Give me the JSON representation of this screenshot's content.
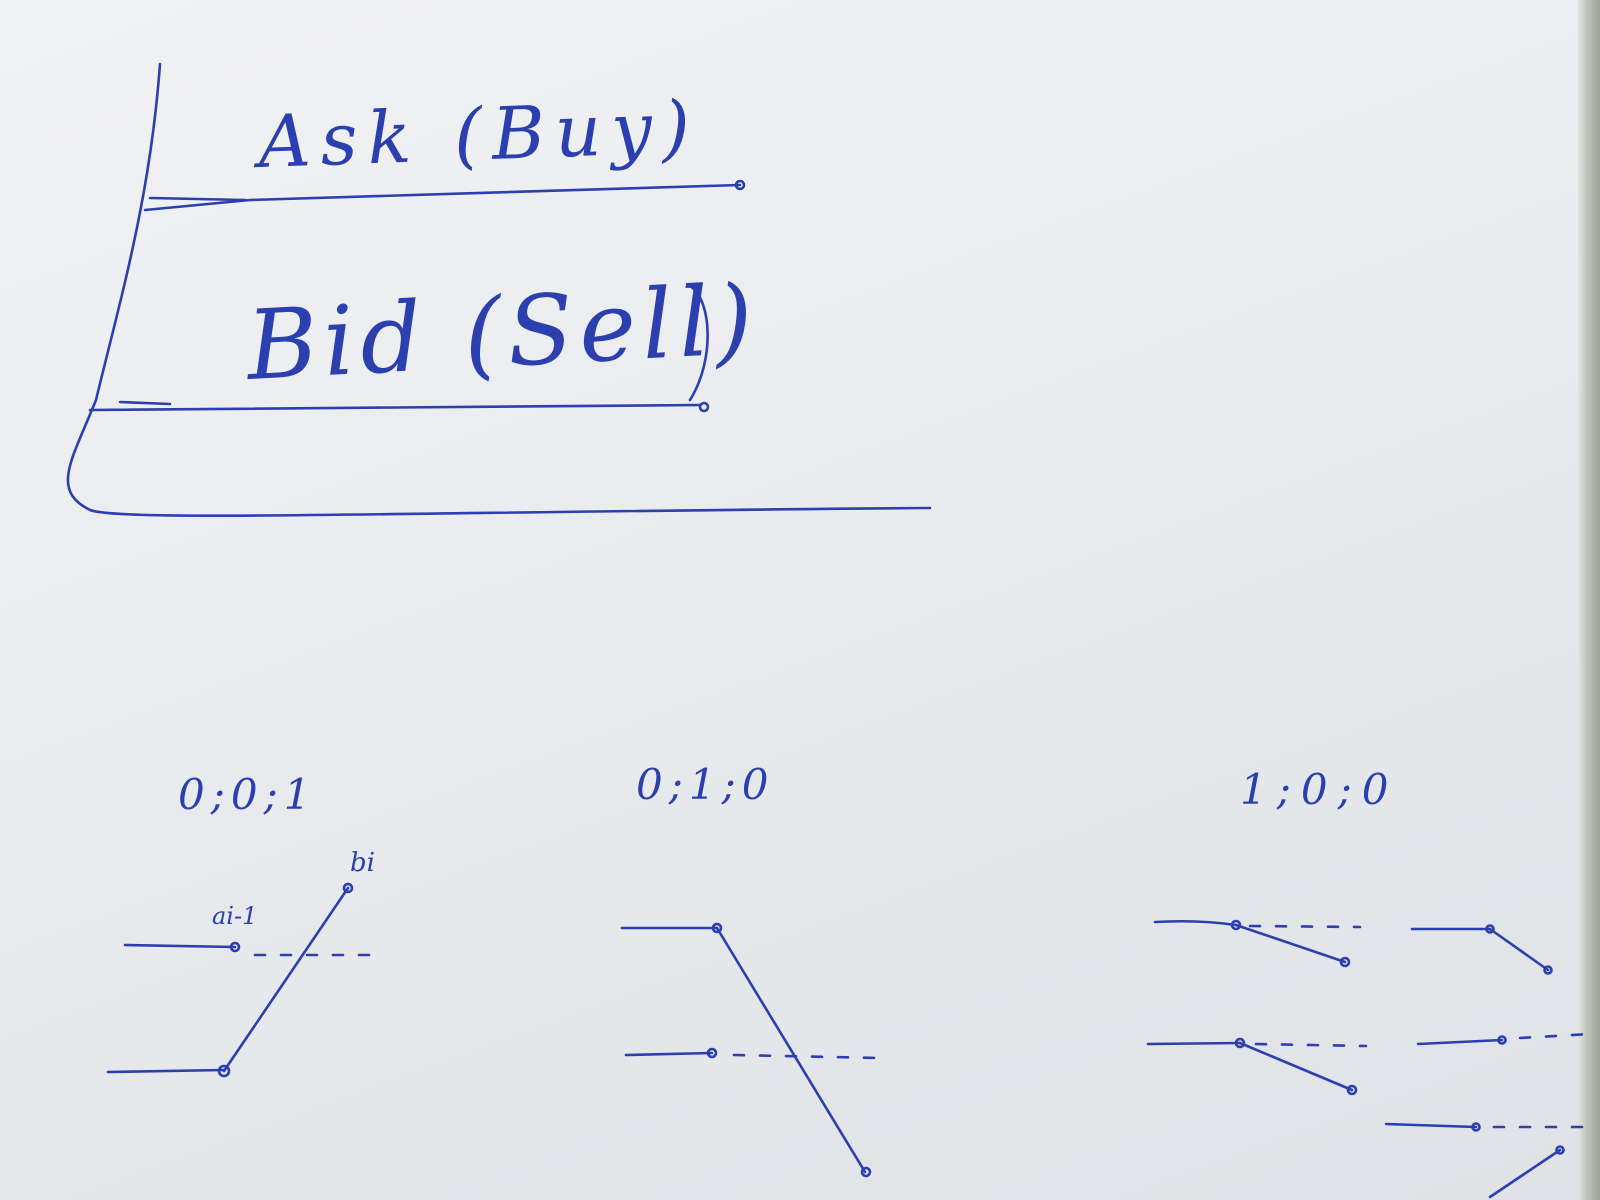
{
  "page": {
    "ask_label": "Ask (Buy)",
    "bid_label": "Bid (Sell)",
    "case_labels": [
      "0;0;1",
      "0;1;0",
      "1;0;0"
    ],
    "point_labels": {
      "b": "bi",
      "a": "ai-1"
    }
  },
  "colors": {
    "ink": "#2b3fae",
    "paper": "#eceef1"
  }
}
